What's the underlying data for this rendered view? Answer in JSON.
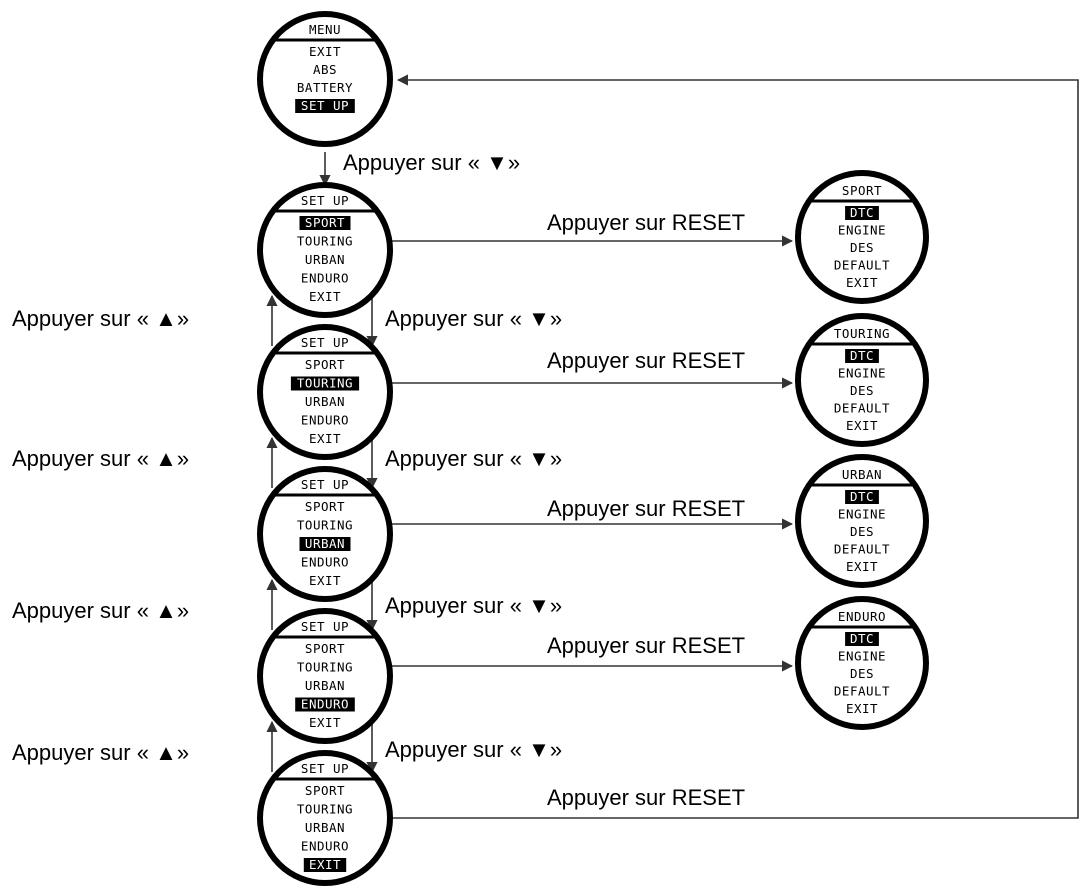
{
  "menu": {
    "title": "MENU",
    "items": [
      "EXIT",
      "ABS",
      "BATTERY",
      "SET UP"
    ],
    "selected": 3
  },
  "setup_screens": [
    {
      "title": "SET UP",
      "items": [
        "SPORT",
        "TOURING",
        "URBAN",
        "ENDURO",
        "EXIT"
      ],
      "selected": 0
    },
    {
      "title": "SET UP",
      "items": [
        "SPORT",
        "TOURING",
        "URBAN",
        "ENDURO",
        "EXIT"
      ],
      "selected": 1
    },
    {
      "title": "SET UP",
      "items": [
        "SPORT",
        "TOURING",
        "URBAN",
        "ENDURO",
        "EXIT"
      ],
      "selected": 2
    },
    {
      "title": "SET UP",
      "items": [
        "SPORT",
        "TOURING",
        "URBAN",
        "ENDURO",
        "EXIT"
      ],
      "selected": 3
    },
    {
      "title": "SET UP",
      "items": [
        "SPORT",
        "TOURING",
        "URBAN",
        "ENDURO",
        "EXIT"
      ],
      "selected": 4
    }
  ],
  "mode_screens": [
    {
      "title": "SPORT",
      "items": [
        "DTC",
        "ENGINE",
        "DES",
        "DEFAULT",
        "EXIT"
      ],
      "selected": 0
    },
    {
      "title": "TOURING",
      "items": [
        "DTC",
        "ENGINE",
        "DES",
        "DEFAULT",
        "EXIT"
      ],
      "selected": 0
    },
    {
      "title": "URBAN",
      "items": [
        "DTC",
        "ENGINE",
        "DES",
        "DEFAULT",
        "EXIT"
      ],
      "selected": 0
    },
    {
      "title": "ENDURO",
      "items": [
        "DTC",
        "ENGINE",
        "DES",
        "DEFAULT",
        "EXIT"
      ],
      "selected": 0
    }
  ],
  "labels": {
    "press_down": "Appuyer sur « ▼»",
    "press_up": "Appuyer sur « ▲»",
    "press_reset": "Appuyer sur RESET"
  }
}
